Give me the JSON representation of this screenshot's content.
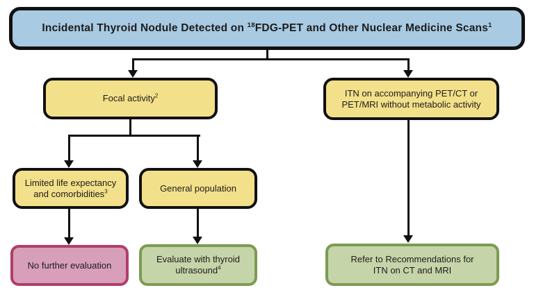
{
  "colors": {
    "blue_fill": "#a8cae2",
    "yellow_fill": "#f3e08a",
    "pink_fill": "#d79fba",
    "pink_border": "#b23e68",
    "green_fill": "#c6d4a9",
    "green_border": "#7c9b52",
    "node_border": "#111111",
    "line_color": "#111111",
    "text_color": "#1c1c1c"
  },
  "title": {
    "part1": "Incidental Thyroid Nodule Detected on ",
    "sup_isotope": "18",
    "part2": "FDG-PET and Other Nuclear Medicine Scans",
    "sup_footnote": "1"
  },
  "nodes": {
    "focal_activity": {
      "text": "Focal activity",
      "sup": "2"
    },
    "itn_accompanying": {
      "line1": "ITN on accompanying PET/CT or",
      "line2": "PET/MRI without metabolic activity"
    },
    "limited_life": {
      "line1": "Limited life expectancy",
      "line2": "and comorbidities",
      "sup": "3"
    },
    "general_population": {
      "text": "General population"
    },
    "no_further_evaluation": {
      "text": "No further evaluation"
    },
    "evaluate_ultrasound": {
      "line1": "Evaluate with thyroid",
      "line2": "ultrasound",
      "sup": "4"
    },
    "refer_itn_ct_mri": {
      "line1": "Refer to Recommendations for",
      "line2": "ITN on CT and MRI"
    }
  }
}
